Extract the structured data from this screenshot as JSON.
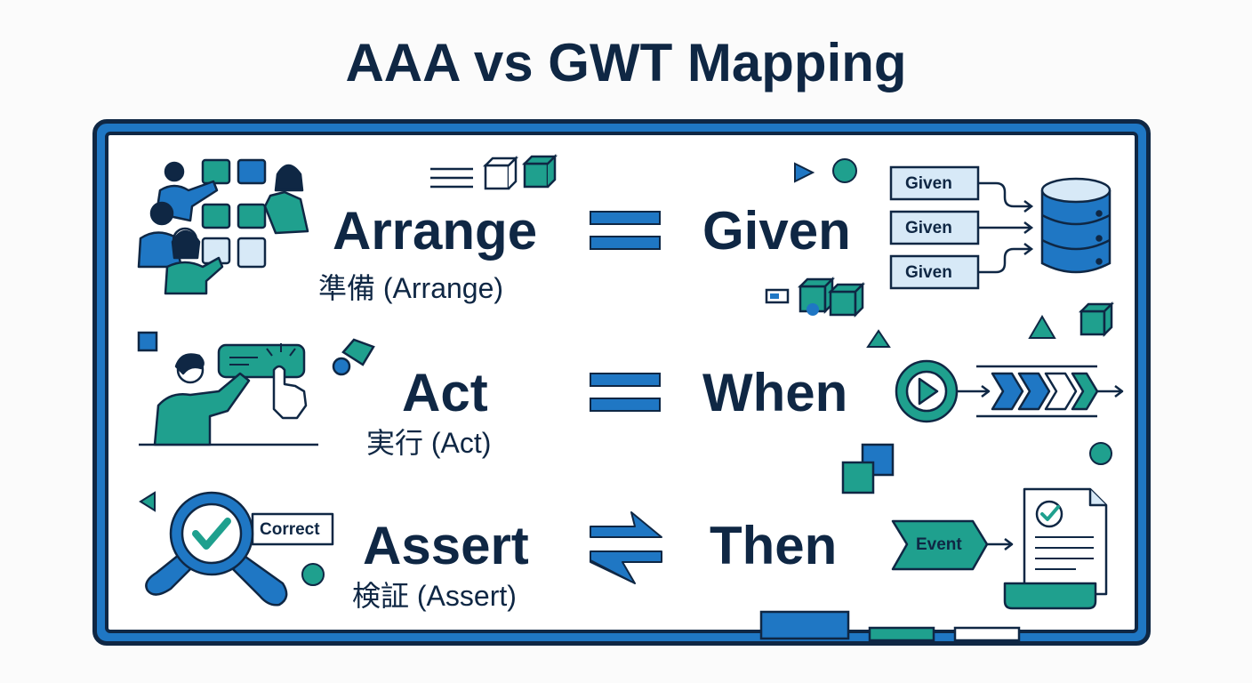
{
  "title": "AAA vs GWT Mapping",
  "rows": [
    {
      "aaa": "Arrange",
      "aaa_sub": "準備 (Arrange)",
      "gwt": "Given",
      "relation": "equals"
    },
    {
      "aaa": "Act",
      "aaa_sub": "実行 (Act)",
      "gwt": "When",
      "relation": "equals"
    },
    {
      "aaa": "Assert",
      "aaa_sub": "検証 (Assert)",
      "gwt": "Then",
      "relation": "exchange"
    }
  ],
  "given_tags": [
    "Given",
    "Given",
    "Given"
  ],
  "correct_label": "Correct",
  "event_label": "Event",
  "colors": {
    "navy": "#0f2744",
    "blue": "#1f77c4",
    "teal": "#1fa08e",
    "light": "#d7e9f7"
  }
}
